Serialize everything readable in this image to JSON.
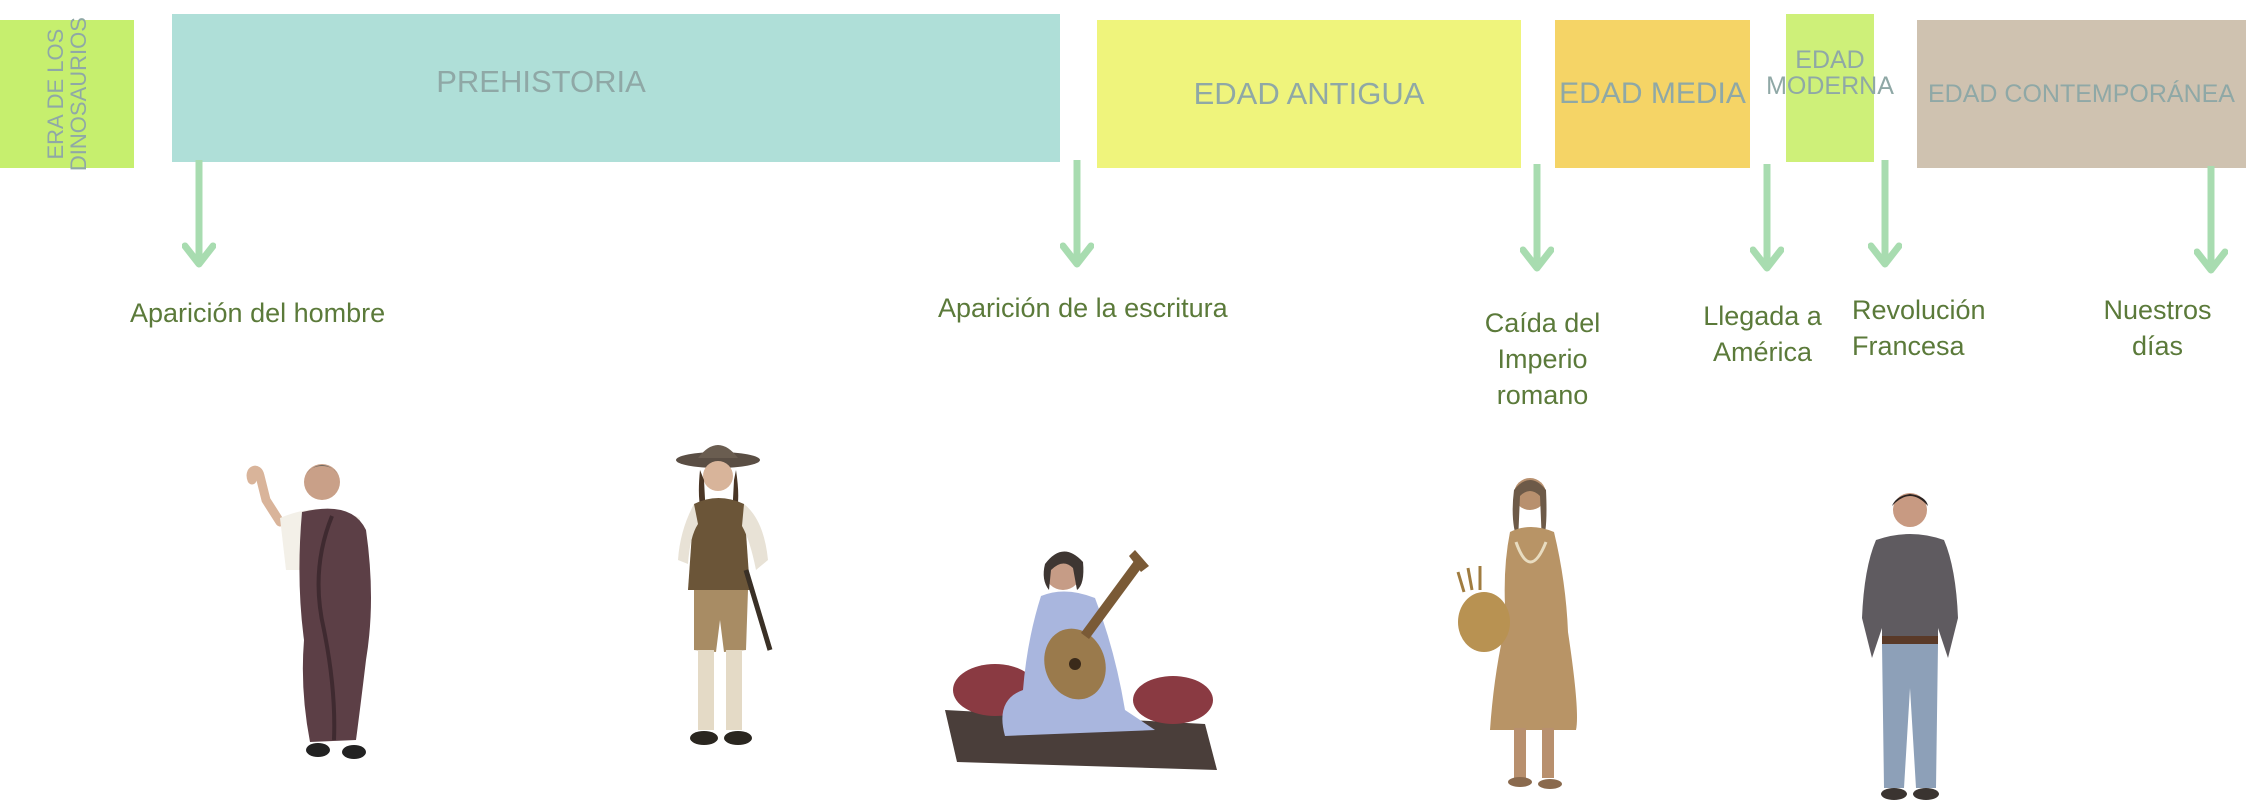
{
  "eras": [
    {
      "id": "dinos",
      "label": "ERA DE LOS\nDINOSAURIOS",
      "color": "#c6ef6e"
    },
    {
      "id": "prehistoria",
      "label": "PREHISTORIA",
      "color": "#afdfd8"
    },
    {
      "id": "antigua",
      "label": "EDAD ANTIGUA",
      "color": "#eff47c"
    },
    {
      "id": "media",
      "label": "EDAD MEDIA",
      "color": "#f5d466"
    },
    {
      "id": "moderna",
      "label": "EDAD\nMODERNA",
      "color": "#cef079"
    },
    {
      "id": "contemporanea",
      "label": "EDAD CONTEMPORÁNEA",
      "color": "#cfc2b0"
    }
  ],
  "events": [
    {
      "id": "hombre",
      "label": "Aparición del hombre"
    },
    {
      "id": "escritura",
      "label": "Aparición de la escritura"
    },
    {
      "id": "imperio",
      "label": "Caída del\nImperio\nromano"
    },
    {
      "id": "america",
      "label": "Llegada a\nAmérica"
    },
    {
      "id": "revolucion",
      "label": "Revolución\nFrancesa"
    },
    {
      "id": "dias",
      "label": "Nuestros\ndías"
    }
  ],
  "colors": {
    "arrow": "#a8dcb0",
    "event_text": "#5b7a3a",
    "era_text": "#8fa8a6"
  },
  "figures": [
    "roman-figure-icon",
    "cavalier-figure-icon",
    "lute-player-figure-icon",
    "medieval-woman-figure-icon",
    "modern-man-figure-icon"
  ]
}
